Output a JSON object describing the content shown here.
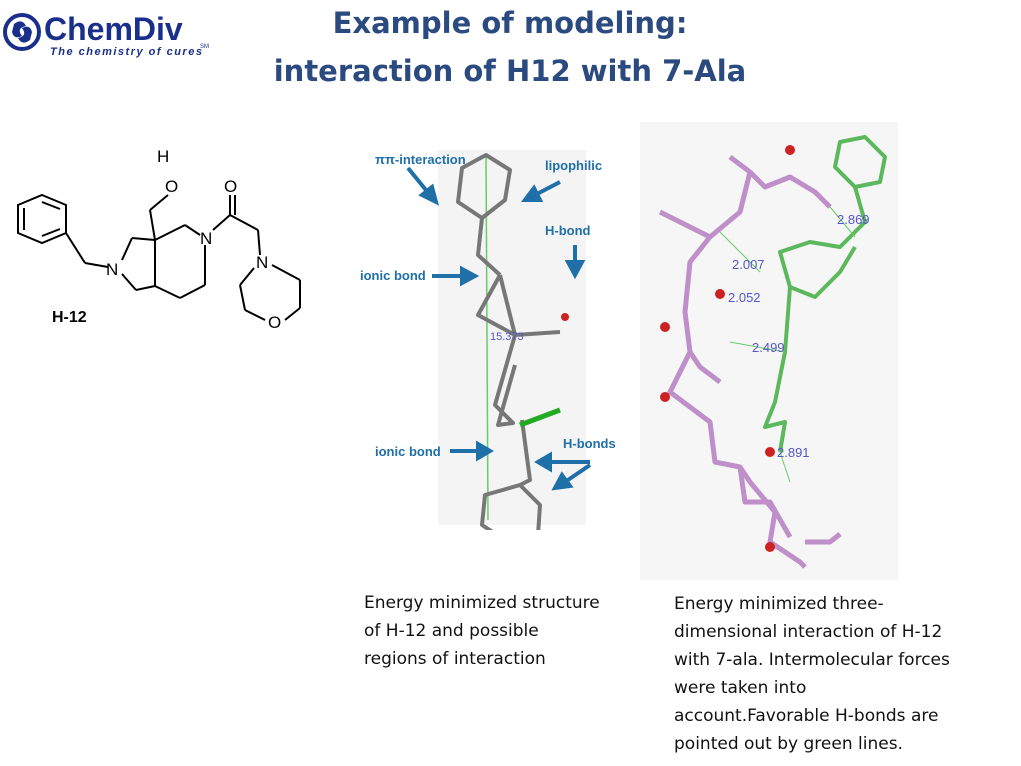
{
  "logo": {
    "name": "ChemDiv",
    "tagline": "The chemistry of cures",
    "mark": "SM",
    "color": "#1a2f8c"
  },
  "title": {
    "line1": "Example of modeling:",
    "line2": "interaction of H12 with 7-Ala"
  },
  "structure": {
    "label": "H-12",
    "atoms": {
      "h": "H",
      "o_hydroxyl": "O",
      "o_carbonyl": "O",
      "n_pyrrolidine": "N",
      "n_amide": "N",
      "n_morpholine": "N",
      "o_morpholine": "O"
    }
  },
  "minimized": {
    "labels": {
      "pi": "ππ-interaction",
      "lipophilic": "lipophilic",
      "hbond": "H-bond",
      "ionic1": "ionic bond",
      "ionic2": "ionic bond",
      "hbonds": "H-bonds"
    },
    "distance": "15.373",
    "label_color": "#1f6fa8"
  },
  "complex": {
    "distances": [
      "2.869",
      "2.007",
      "2.052",
      "2.499",
      "2.891"
    ]
  },
  "captions": {
    "left": [
      "Energy minimized structure",
      "of H-12 and possible",
      "regions of interaction"
    ],
    "right": [
      "Energy minimized three-",
      "dimensional interaction of H-12",
      "with 7-ala. Intermolecular forces",
      "were taken into",
      "account.Favorable H-bonds are",
      "pointed out by green lines."
    ]
  }
}
